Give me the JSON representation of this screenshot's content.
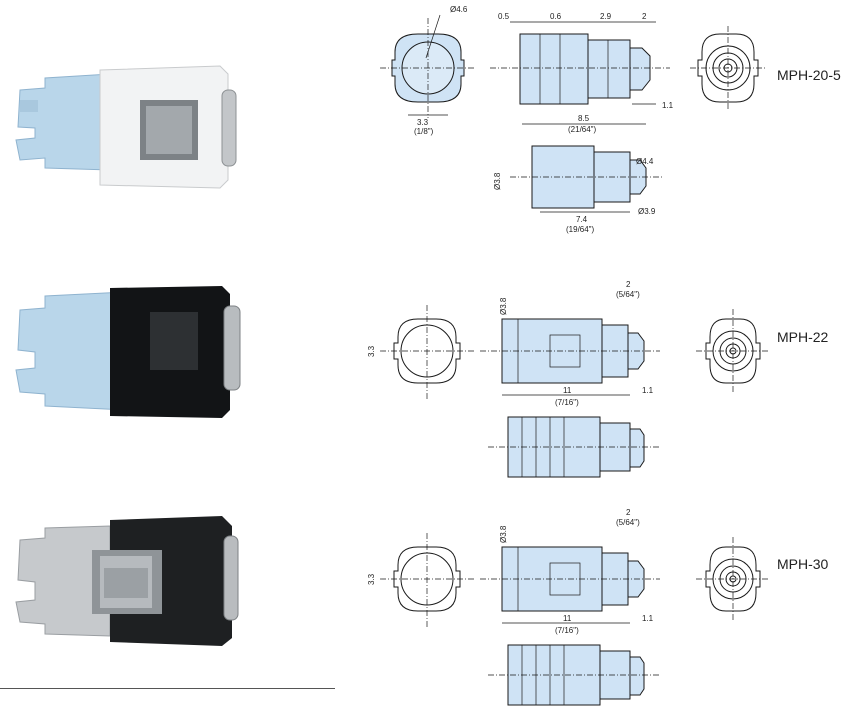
{
  "products": [
    {
      "model": "MPH-20-5",
      "photo": {
        "body_color": "#eef0f2",
        "clip_color": "#b9d6ea"
      },
      "dims": {
        "d1": "Ø4.6",
        "w1": "3.3",
        "w1_in": "(1/8\")",
        "t1": "0.5",
        "t2": "0.6",
        "t3": "2.9",
        "t4": "2",
        "t5": "1.1",
        "len": "8.5",
        "len_in": "(21/64\")",
        "d2": "Ø4.4",
        "h1": "Ø3.8",
        "d3": "Ø3.9",
        "len2": "7.4",
        "len2_in": "(19/64\")"
      }
    },
    {
      "model": "MPH-22",
      "photo": {
        "body_color": "#121416",
        "clip_color": "#b9d6ea"
      },
      "dims": {
        "w1": "3.3",
        "h1": "Ø3.8",
        "t4": "2",
        "t4_in": "(5/64\")",
        "len": "11",
        "len_in": "(7/16\")",
        "t5": "1.1"
      }
    },
    {
      "model": "MPH-30",
      "photo": {
        "body_color": "#1e2022",
        "clip_color": "#c6c9cc"
      },
      "dims": {
        "w1": "3.3",
        "h1": "Ø3.8",
        "t4": "2",
        "t4_in": "(5/64\")",
        "len": "11",
        "len_in": "(7/16\")",
        "t5": "1.1"
      }
    }
  ],
  "colors": {
    "part_fill": "#cfe3f5",
    "line": "#1a1a1a"
  }
}
